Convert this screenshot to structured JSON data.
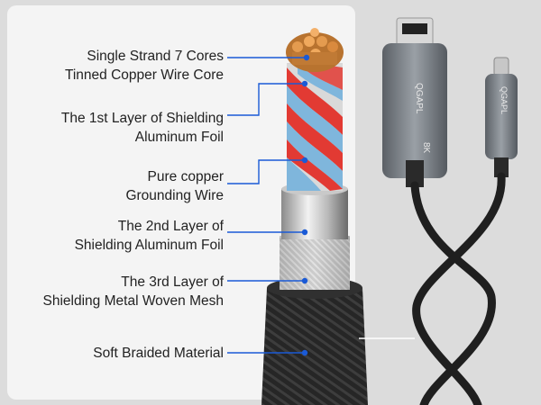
{
  "labels": [
    {
      "line1": "Single Strand 7 Cores",
      "line2": "Tinned Copper Wire Core"
    },
    {
      "line1": "The 1st Layer of Shielding",
      "line2": "Aluminum Foil"
    },
    {
      "line1": "Pure copper",
      "line2": "Grounding Wire"
    },
    {
      "line1": "The 2nd Layer of",
      "line2": "Shielding Aluminum Foil"
    },
    {
      "line1": "The 3rd Layer of",
      "line2": "Shielding Metal Woven Mesh"
    },
    {
      "line1": "Soft Braided Material",
      "line2": ""
    }
  ],
  "product": {
    "hdmi_brand": "QGAPL",
    "hdmi_badge": "8K",
    "usbc_brand": "QGAPL"
  },
  "colors": {
    "callout_line": "#1a5ad6",
    "callout_dot": "#1a5ad6",
    "red_wire": "#e23a33",
    "blue_wire": "#7fb6dc",
    "braid": "#222222",
    "connector_shell": "#6f747a"
  }
}
